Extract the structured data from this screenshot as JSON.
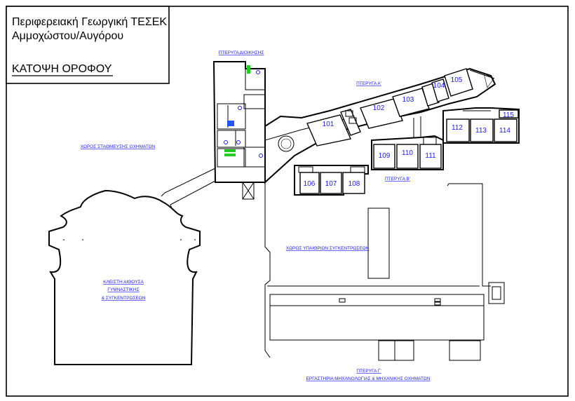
{
  "title": {
    "line1": "Περιφερειακή Γεωργική ΤΕΣΕΚ",
    "line2": "Αμμοχώστου/Αυγόρου",
    "line3": "ΚΑΤΟΨΗ ΟΡΟΦΟΥ"
  },
  "labels": {
    "admin_wing": "ΠΤΕΡΥΓΑ ΔΙΟΙΚΗΣΗΣ",
    "wing_a": "ΠΤΕΡΥΓΑ Α'",
    "wing_b": "ΠΤΕΡΥΓΑ Β'",
    "wing_c": "ΠΤΕΡΥΓΑ Γ'",
    "parking": "ΧΩΡΟΣ ΣΤΑΘΜΕΥΣΗΣ ΟΧΗΜΑΤΩΝ",
    "outdoor_gathering": "ΧΩΡΟΣ ΥΠΑΙΘΡΙΩΝ ΣΥΓΚΕΝΤΡΩΣΕΩΝ",
    "gym_line1": "ΚΛΕΙΣΤΗ ΑΙΘΟΥΣΑ",
    "gym_line2": "ΓΥΜΝΑΣΤΙΚΗΣ",
    "gym_line3": "& ΣΥΓΚΕΝΤΡΩΣΕΩΝ",
    "workshops": "ΕΡΓΑΣΤΗΡΙΑ ΜΗΧΑΝΟΛΟΓΙΑΣ & ΜΗΧΑΝΙΚΗΣ ΟΧΗΜΑΤΩΝ"
  },
  "rooms": {
    "r101": "101",
    "r102": "102",
    "r103": "103",
    "r104": "104",
    "r105": "105",
    "r106": "106",
    "r107": "107",
    "r108": "108",
    "r109": "109",
    "r110": "110",
    "r111": "111",
    "r112": "112",
    "r113": "113",
    "r114": "114",
    "r115": "115"
  },
  "colors": {
    "label_blue": "#1a1aff",
    "green_mark": "#22cc22"
  }
}
